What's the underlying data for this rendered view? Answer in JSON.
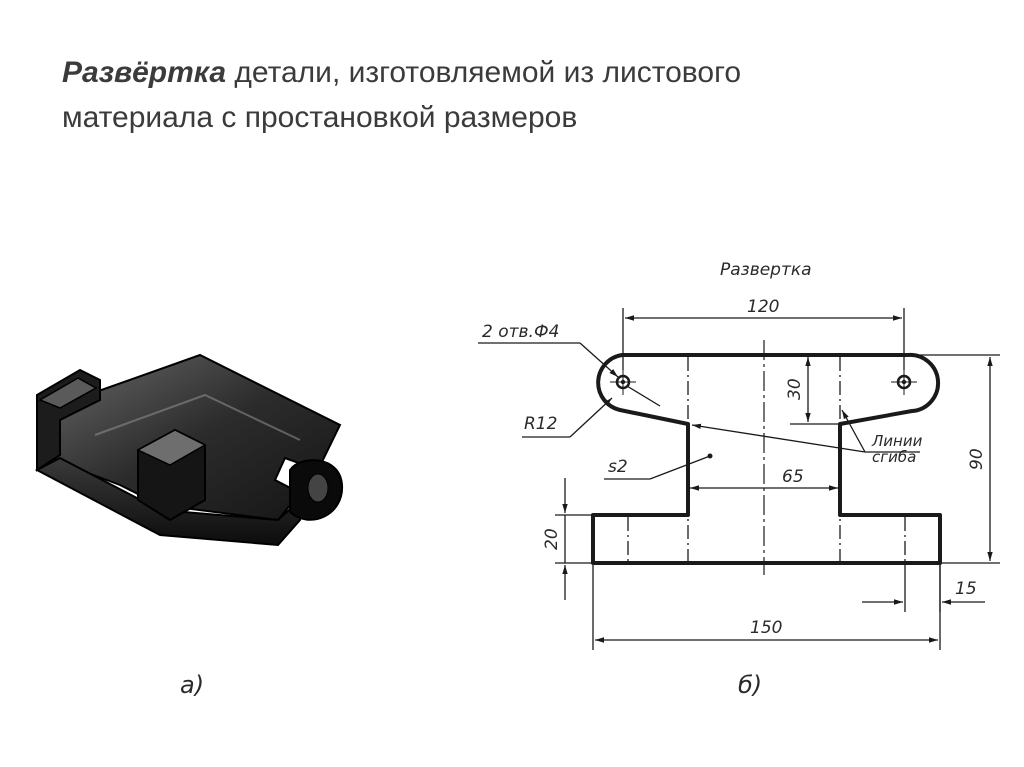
{
  "slide": {
    "title_emphasis": "Развёртка",
    "title_rest": " детали, изготовляемой из листового",
    "title_line2": "материала с простановкой размеров"
  },
  "figure_a": {
    "caption": "а)"
  },
  "figure_b": {
    "caption": "б)",
    "heading": "Развертка",
    "labels": {
      "holes": "2 отв.Ф4",
      "radius": "R12",
      "thickness": "s2",
      "bend_lines_1": "Линии",
      "bend_lines_2": "сгиба"
    },
    "dimensions": {
      "top_width": "120",
      "tab_height": "30",
      "total_height": "90",
      "neck_width": "65",
      "base_height": "20",
      "side_offset": "15",
      "base_width": "150"
    }
  }
}
